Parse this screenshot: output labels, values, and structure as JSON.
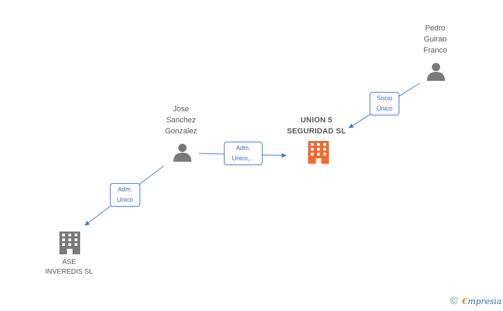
{
  "nodes": {
    "pedro": {
      "lines": [
        "Pedro",
        "Guirao",
        "Franco"
      ],
      "kind": "person"
    },
    "jose": {
      "lines": [
        "Jose",
        "Sanchez",
        "Gonzalez"
      ],
      "kind": "person"
    },
    "union5": {
      "lines": [
        "UNION 5",
        "SEGURIDAD SL"
      ],
      "kind": "company-main"
    },
    "ase": {
      "lines": [
        "ASE",
        "INVEREDIS SL"
      ],
      "kind": "company"
    }
  },
  "edges": {
    "pedro_union5": {
      "lines": [
        "Socio",
        "Único"
      ]
    },
    "jose_union5": {
      "lines": [
        "Adm.",
        "Unico,..."
      ]
    },
    "jose_ase": {
      "lines": [
        "Adm.",
        "Unico"
      ]
    }
  },
  "footer": {
    "copyright": "©",
    "brand_initial": "€",
    "brand_rest": "mpresia"
  },
  "colors": {
    "person": "#7a7a7a",
    "company": "#7a7a7a",
    "company_main": "#f26b2e",
    "edge": "#3a7bd5"
  }
}
